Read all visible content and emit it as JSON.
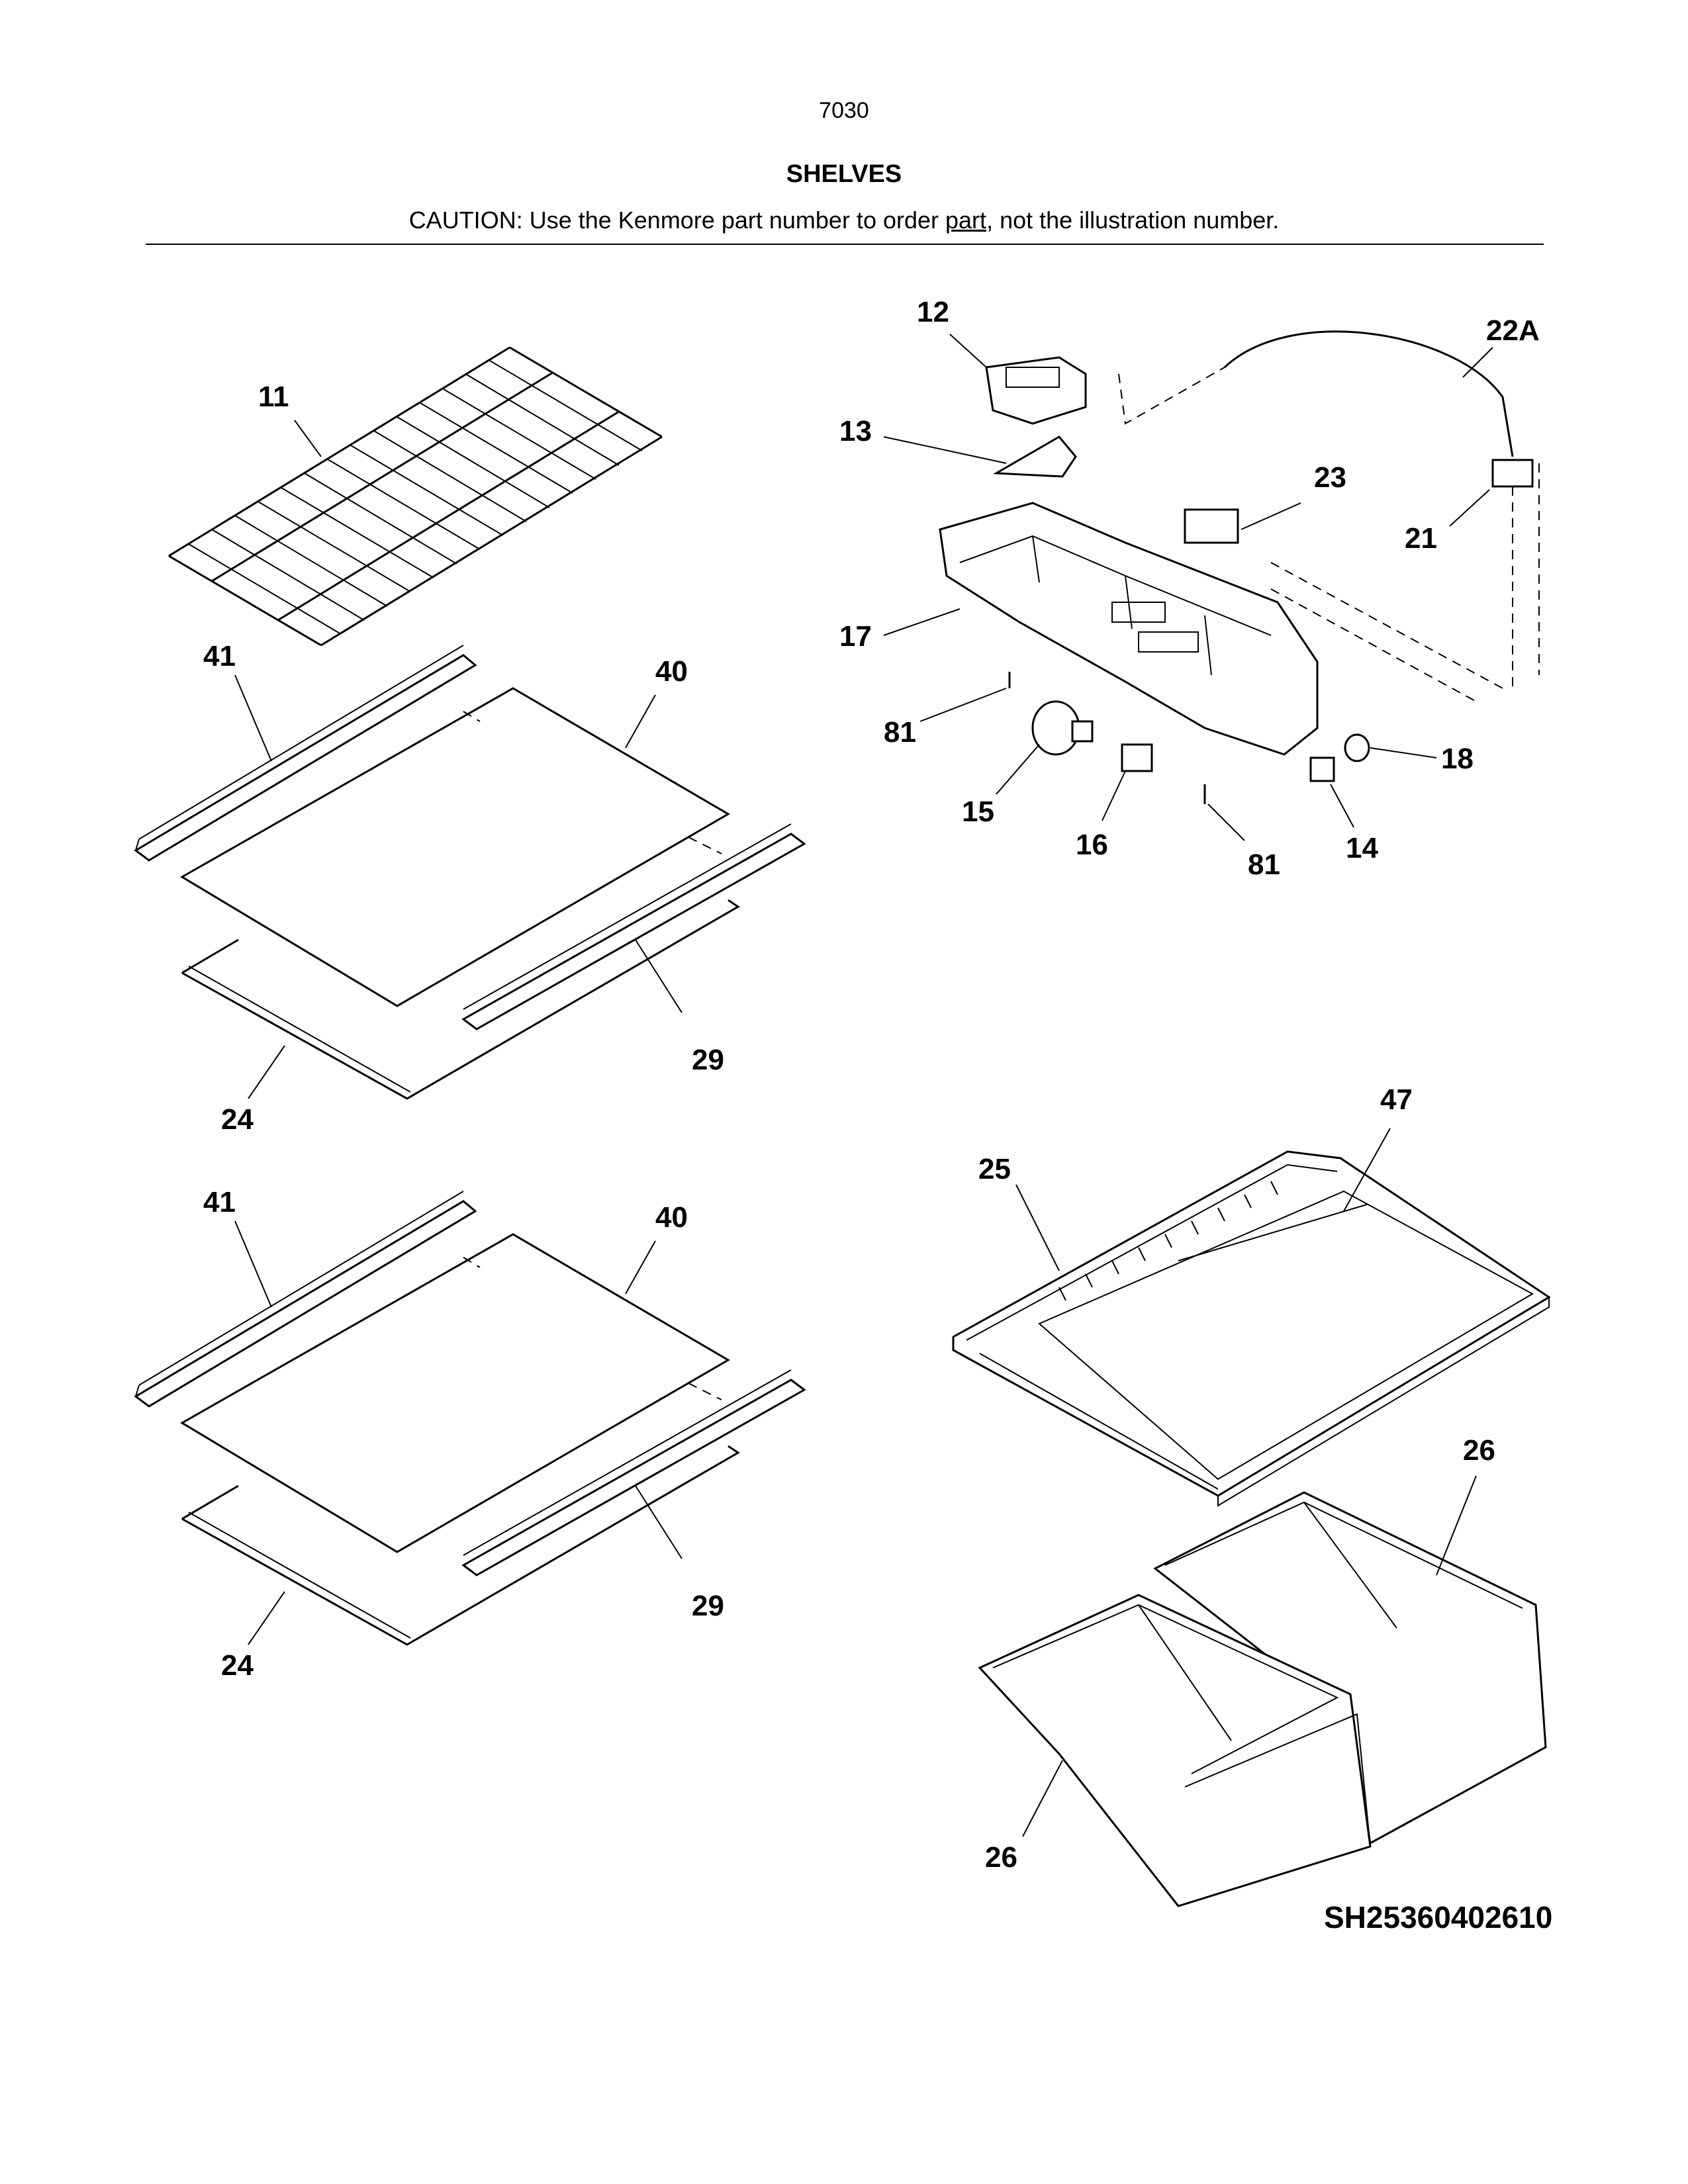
{
  "header": {
    "page_number": "7030",
    "title": "SHELVES",
    "caution_prefix": "CAUTION: Use the Kenmore part number to order ",
    "caution_link": "part",
    "caution_suffix": ", not the illustration number."
  },
  "callouts": {
    "c11": "11",
    "c41a": "41",
    "c40a": "40",
    "c29a": "29",
    "c24a": "24",
    "c41b": "41",
    "c40b": "40",
    "c29b": "29",
    "c24b": "24",
    "c12": "12",
    "c13": "13",
    "c22a": "22A",
    "c23": "23",
    "c21": "21",
    "c17": "17",
    "c81a": "81",
    "c15": "15",
    "c16": "16",
    "c81b": "81",
    "c14": "14",
    "c18": "18",
    "c47": "47",
    "c25": "25",
    "c26a": "26",
    "c26b": "26"
  },
  "diagram_code": "SH25360402610"
}
